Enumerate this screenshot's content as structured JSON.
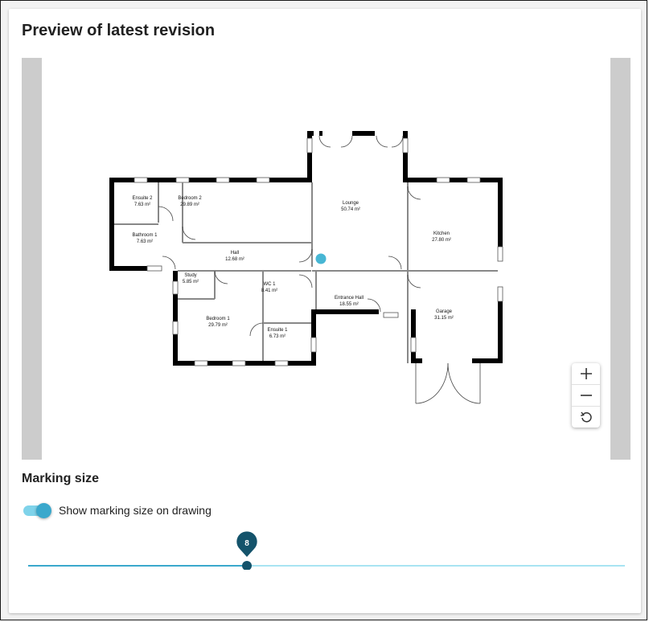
{
  "card": {
    "title": "Preview of latest revision"
  },
  "floorplan": {
    "rooms": [
      {
        "name": "Ensuite 2",
        "area": "7.63 m²"
      },
      {
        "name": "Bedroom 2",
        "area": "29.89 m²"
      },
      {
        "name": "Lounge",
        "area": "50.74 m²"
      },
      {
        "name": "Kitchen",
        "area": "27.80 m²"
      },
      {
        "name": "Bathroom 1",
        "area": "7.63 m²"
      },
      {
        "name": "Hall",
        "area": "12.68 m²"
      },
      {
        "name": "Study",
        "area": "5.85 m²"
      },
      {
        "name": "WC 1",
        "area": "8.41 m²"
      },
      {
        "name": "Entrance Hall",
        "area": "18.55 m²"
      },
      {
        "name": "Garage",
        "area": "31.15 m²"
      },
      {
        "name": "Bedroom 1",
        "area": "29.79 m²"
      },
      {
        "name": "Ensuite 1",
        "area": "6.73 m²"
      }
    ],
    "marker_color": "#47b6d4"
  },
  "zoom_controls": {
    "zoom_in_icon": "plus-icon",
    "zoom_out_icon": "minus-icon",
    "reset_icon": "reset-rotate-icon"
  },
  "marking": {
    "section_title": "Marking size",
    "toggle_label": "Show marking size on drawing",
    "toggle_on": true,
    "slider_value": "8",
    "slider_fraction": 0.367
  },
  "colors": {
    "accent": "#3aa8cc",
    "slider_thumb": "#14536b",
    "track_inactive": "#a8e4f2"
  }
}
